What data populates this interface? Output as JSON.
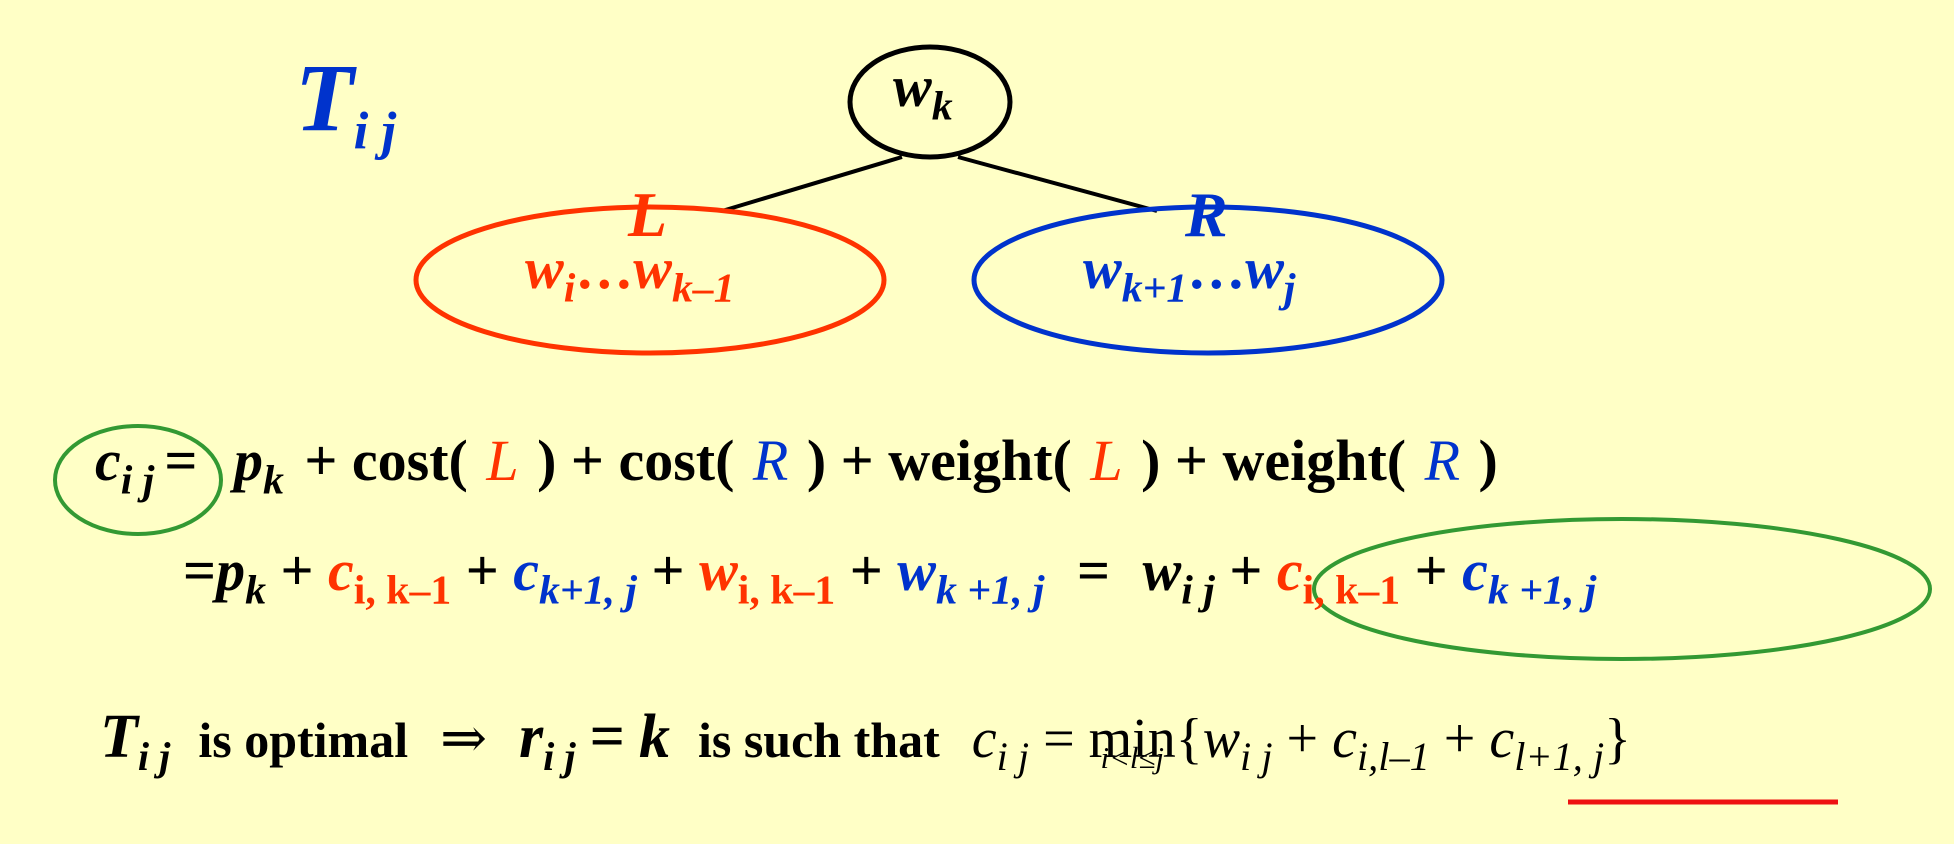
{
  "colors": {
    "red": "#ff3300",
    "blue": "#0033cc",
    "green": "#339933",
    "background": "#ffffc6",
    "underline": "#ee1111"
  },
  "tree": {
    "title_var": "T",
    "title_sub": "i j",
    "root_var": "w",
    "root_sub": "k",
    "left_label": "L",
    "right_label": "R",
    "left_node": {
      "a": "w",
      "a_sub": "i",
      "dots": "…",
      "b": "w",
      "b_sub": "k–1"
    },
    "right_node": {
      "a": "w",
      "a_sub": "k+1",
      "dots": "…",
      "b": "w",
      "b_sub": "j"
    }
  },
  "eq1": {
    "c": "c",
    "c_sub": "i j",
    "eq": "=",
    "p": "p",
    "p_sub": "k",
    "t1": "+ cost(",
    "L": "L",
    "t2": ") + cost(",
    "R": "R",
    "t3": ") + weight(",
    "L2": "L",
    "t4": ") + weight(",
    "R2": "R",
    "t5": ")"
  },
  "eq2": {
    "eq": "=",
    "p": "p",
    "p_sub": "k",
    "plus": "+",
    "c1": "c",
    "c1_sub": "i, k–1",
    "c2": "c",
    "c2_sub": "k+1,  j",
    "w1": "w",
    "w1_sub": "i, k–1",
    "w2": "w",
    "w2_sub": "k +1, j",
    "eq2": "=",
    "w3": "w",
    "w3_sub": "i j",
    "c3": "c",
    "c3_sub": "i, k–1",
    "c4": "c",
    "c4_sub": "k +1, j"
  },
  "eq3": {
    "T": "T",
    "T_sub": "i j",
    "is_optimal": "is optimal",
    "implies": "⇒",
    "r": "r",
    "r_sub": "i j",
    "eq": "=",
    "k": "k",
    "such_that": "is such that",
    "c": "c",
    "c_sub": "i j",
    "eq2": "=",
    "min": "min",
    "min_lim": "i<l≤j",
    "open": "{",
    "w": "w",
    "w_sub": "i j",
    "plus": "+",
    "c1": "c",
    "c1_sub": "i,l–1",
    "plus2": "+",
    "c2": "c",
    "c2_sub": "l+1, j",
    "close": "}"
  }
}
